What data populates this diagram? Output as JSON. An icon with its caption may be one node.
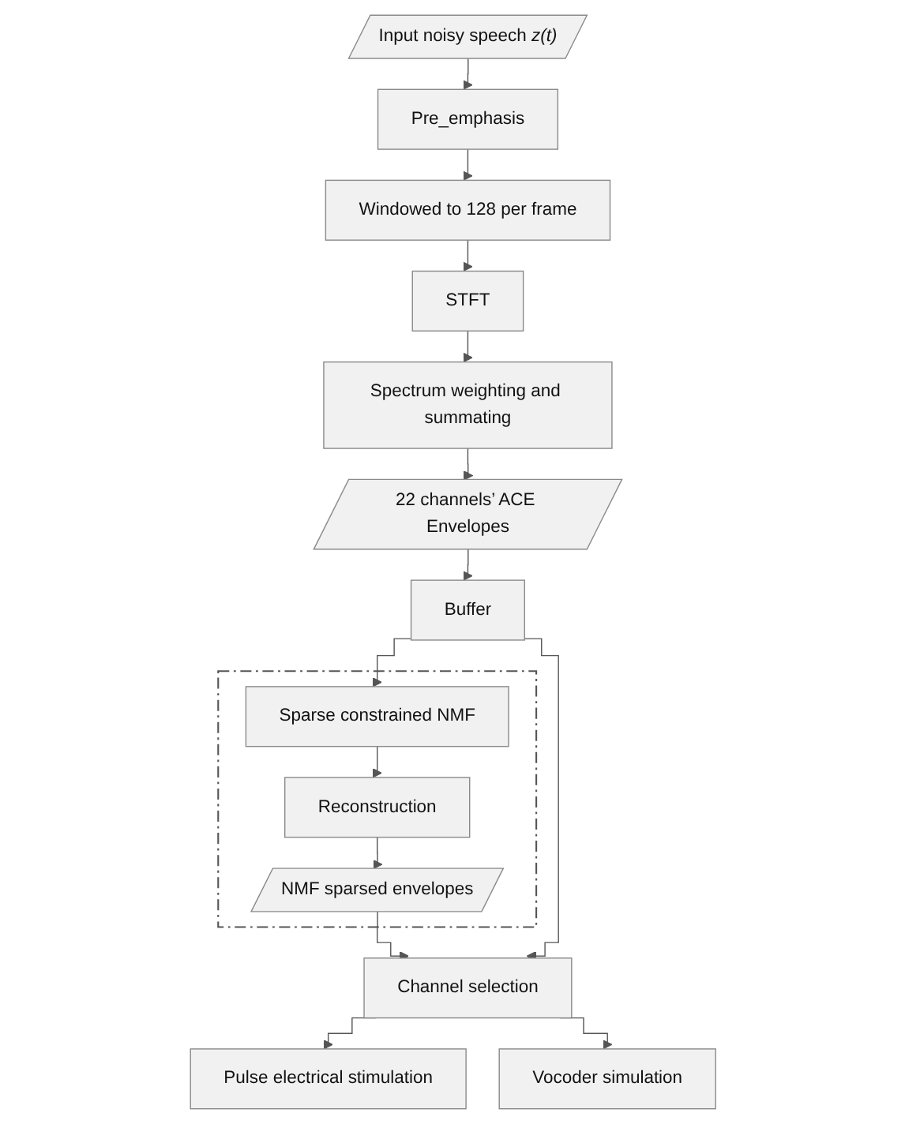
{
  "diagram": {
    "nodes": [
      {
        "text": [
          "Input noisy speech *z(t)*"
        ]
      },
      {
        "text": [
          "Pre_emphasis"
        ]
      },
      {
        "text": [
          "Windowed to 128 per frame"
        ]
      },
      {
        "text": [
          "STFT"
        ]
      },
      {
        "text": [
          "Spectrum weighting and summating"
        ]
      },
      {
        "text": [
          "22 channels’ ACE Envelopes"
        ]
      },
      {
        "text": [
          "Buffer"
        ]
      },
      {
        "text": [],
        "shape": "box"
      },
      {
        "text": [
          "Sparse constrained NMF"
        ],
        "in": 7
      },
      {
        "text": [
          "Reconstruction"
        ],
        "in": 7
      },
      {
        "text": [
          "NMF sparsed envelopes"
        ],
        "in": 7
      },
      {
        "text": [
          "Channel selection"
        ]
      },
      {
        "text": [
          "Pulse electrical stimulation"
        ]
      },
      {
        "text": [
          "Vocoder simulation"
        ]
      }
    ],
    "edges": [
      {
        "from": 0,
        "to": 1,
        "arrow": "to"
      },
      {
        "from": 1,
        "to": 2,
        "arrow": "to"
      },
      {
        "from": 2,
        "to": 3,
        "arrow": "to"
      },
      {
        "from": 3,
        "to": 4,
        "arrow": "to"
      },
      {
        "from": 4,
        "to": 5,
        "arrow": "to"
      },
      {
        "from": 5,
        "to": 6,
        "arrow": "to"
      },
      {
        "from": 6,
        "to": 8,
        "arrow": "to"
      },
      {
        "from": 8,
        "to": 9,
        "arrow": "to"
      },
      {
        "from": 9,
        "to": 10,
        "arrow": "to"
      },
      {
        "from": 10,
        "to": 11,
        "arrow": "to"
      },
      {
        "from": 6,
        "to": 11,
        "arrow": "to"
      },
      {
        "from": 11,
        "to": 12,
        "arrow": "to"
      },
      {
        "from": 11,
        "to": 13,
        "arrow": "to"
      }
    ]
  }
}
